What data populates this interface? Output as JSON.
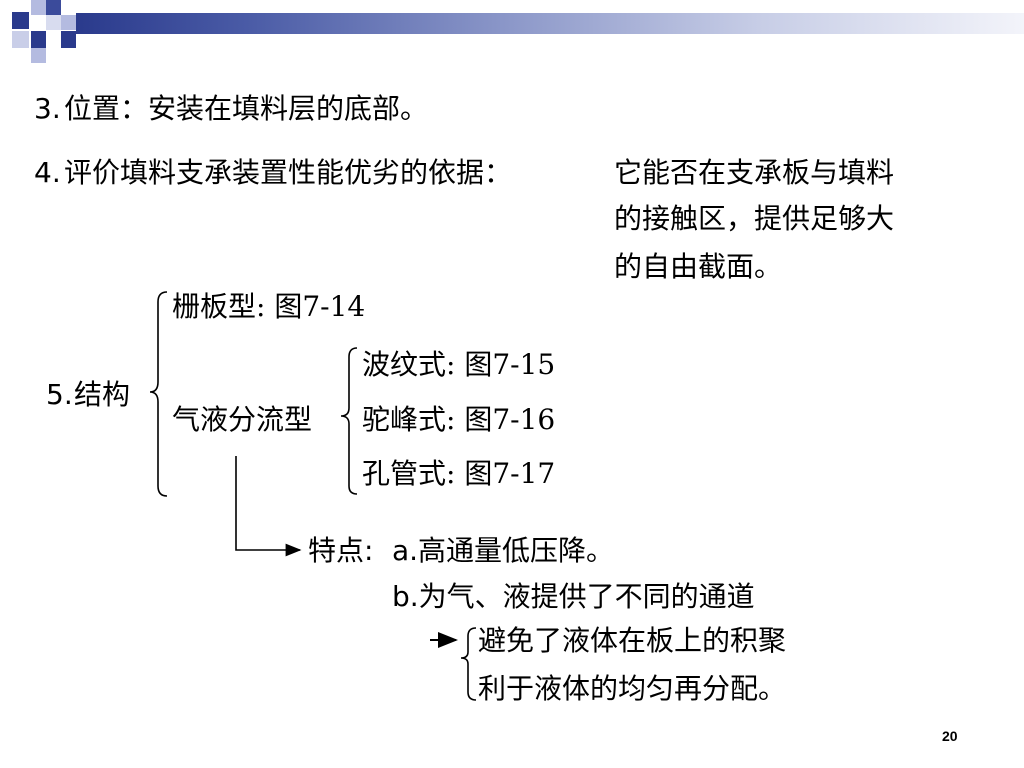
{
  "colors": {
    "header_dark": "#2a3a8c",
    "header_light": "#f3f4fa",
    "square_navy": "#2a3a8c",
    "square_lavender": "#b4bbe0",
    "text": "#000000"
  },
  "items": {
    "item3": {
      "number": "3.",
      "text": "位置：安装在填料层的底部。"
    },
    "item4": {
      "number": "4.",
      "lead": "评价填料支承装置性能优劣的依据：",
      "lines": [
        "它能否在支承板与填料",
        "的接触区，提供足够大",
        "的自由截面。"
      ]
    },
    "item5": {
      "number": "5.",
      "label": "结构",
      "grid_type": "栅板型: 图7-14",
      "gas_liquid_type": "气液分流型",
      "subtypes": [
        "波纹式: 图7-15",
        "驼峰式: 图7-16",
        "孔管式: 图7-17"
      ],
      "features_label": "特点:",
      "feature_a": "a.高通量低压降。",
      "feature_b": "b.为气、液提供了不同的通道",
      "results": [
        "避免了液体在板上的积聚",
        "利于液体的均匀再分配。"
      ]
    }
  },
  "slide_number": "20"
}
